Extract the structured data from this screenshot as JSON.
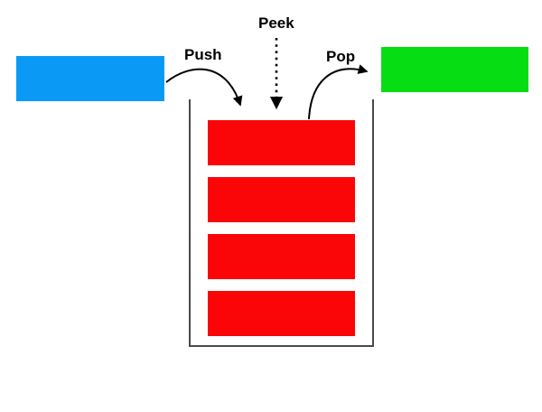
{
  "diagram": {
    "type": "stack-operations",
    "labels": {
      "push": "Push",
      "peek": "Peek",
      "pop": "Pop"
    },
    "colors": {
      "incoming_box": "#0a9af5",
      "outgoing_box": "#06dd12",
      "stack_item": "#fa0608",
      "arrow": "#000000",
      "container_wall": "#4a4a4a",
      "background": "#ffffff",
      "label_text": "#000000"
    },
    "stack": {
      "item_count": 4
    }
  }
}
